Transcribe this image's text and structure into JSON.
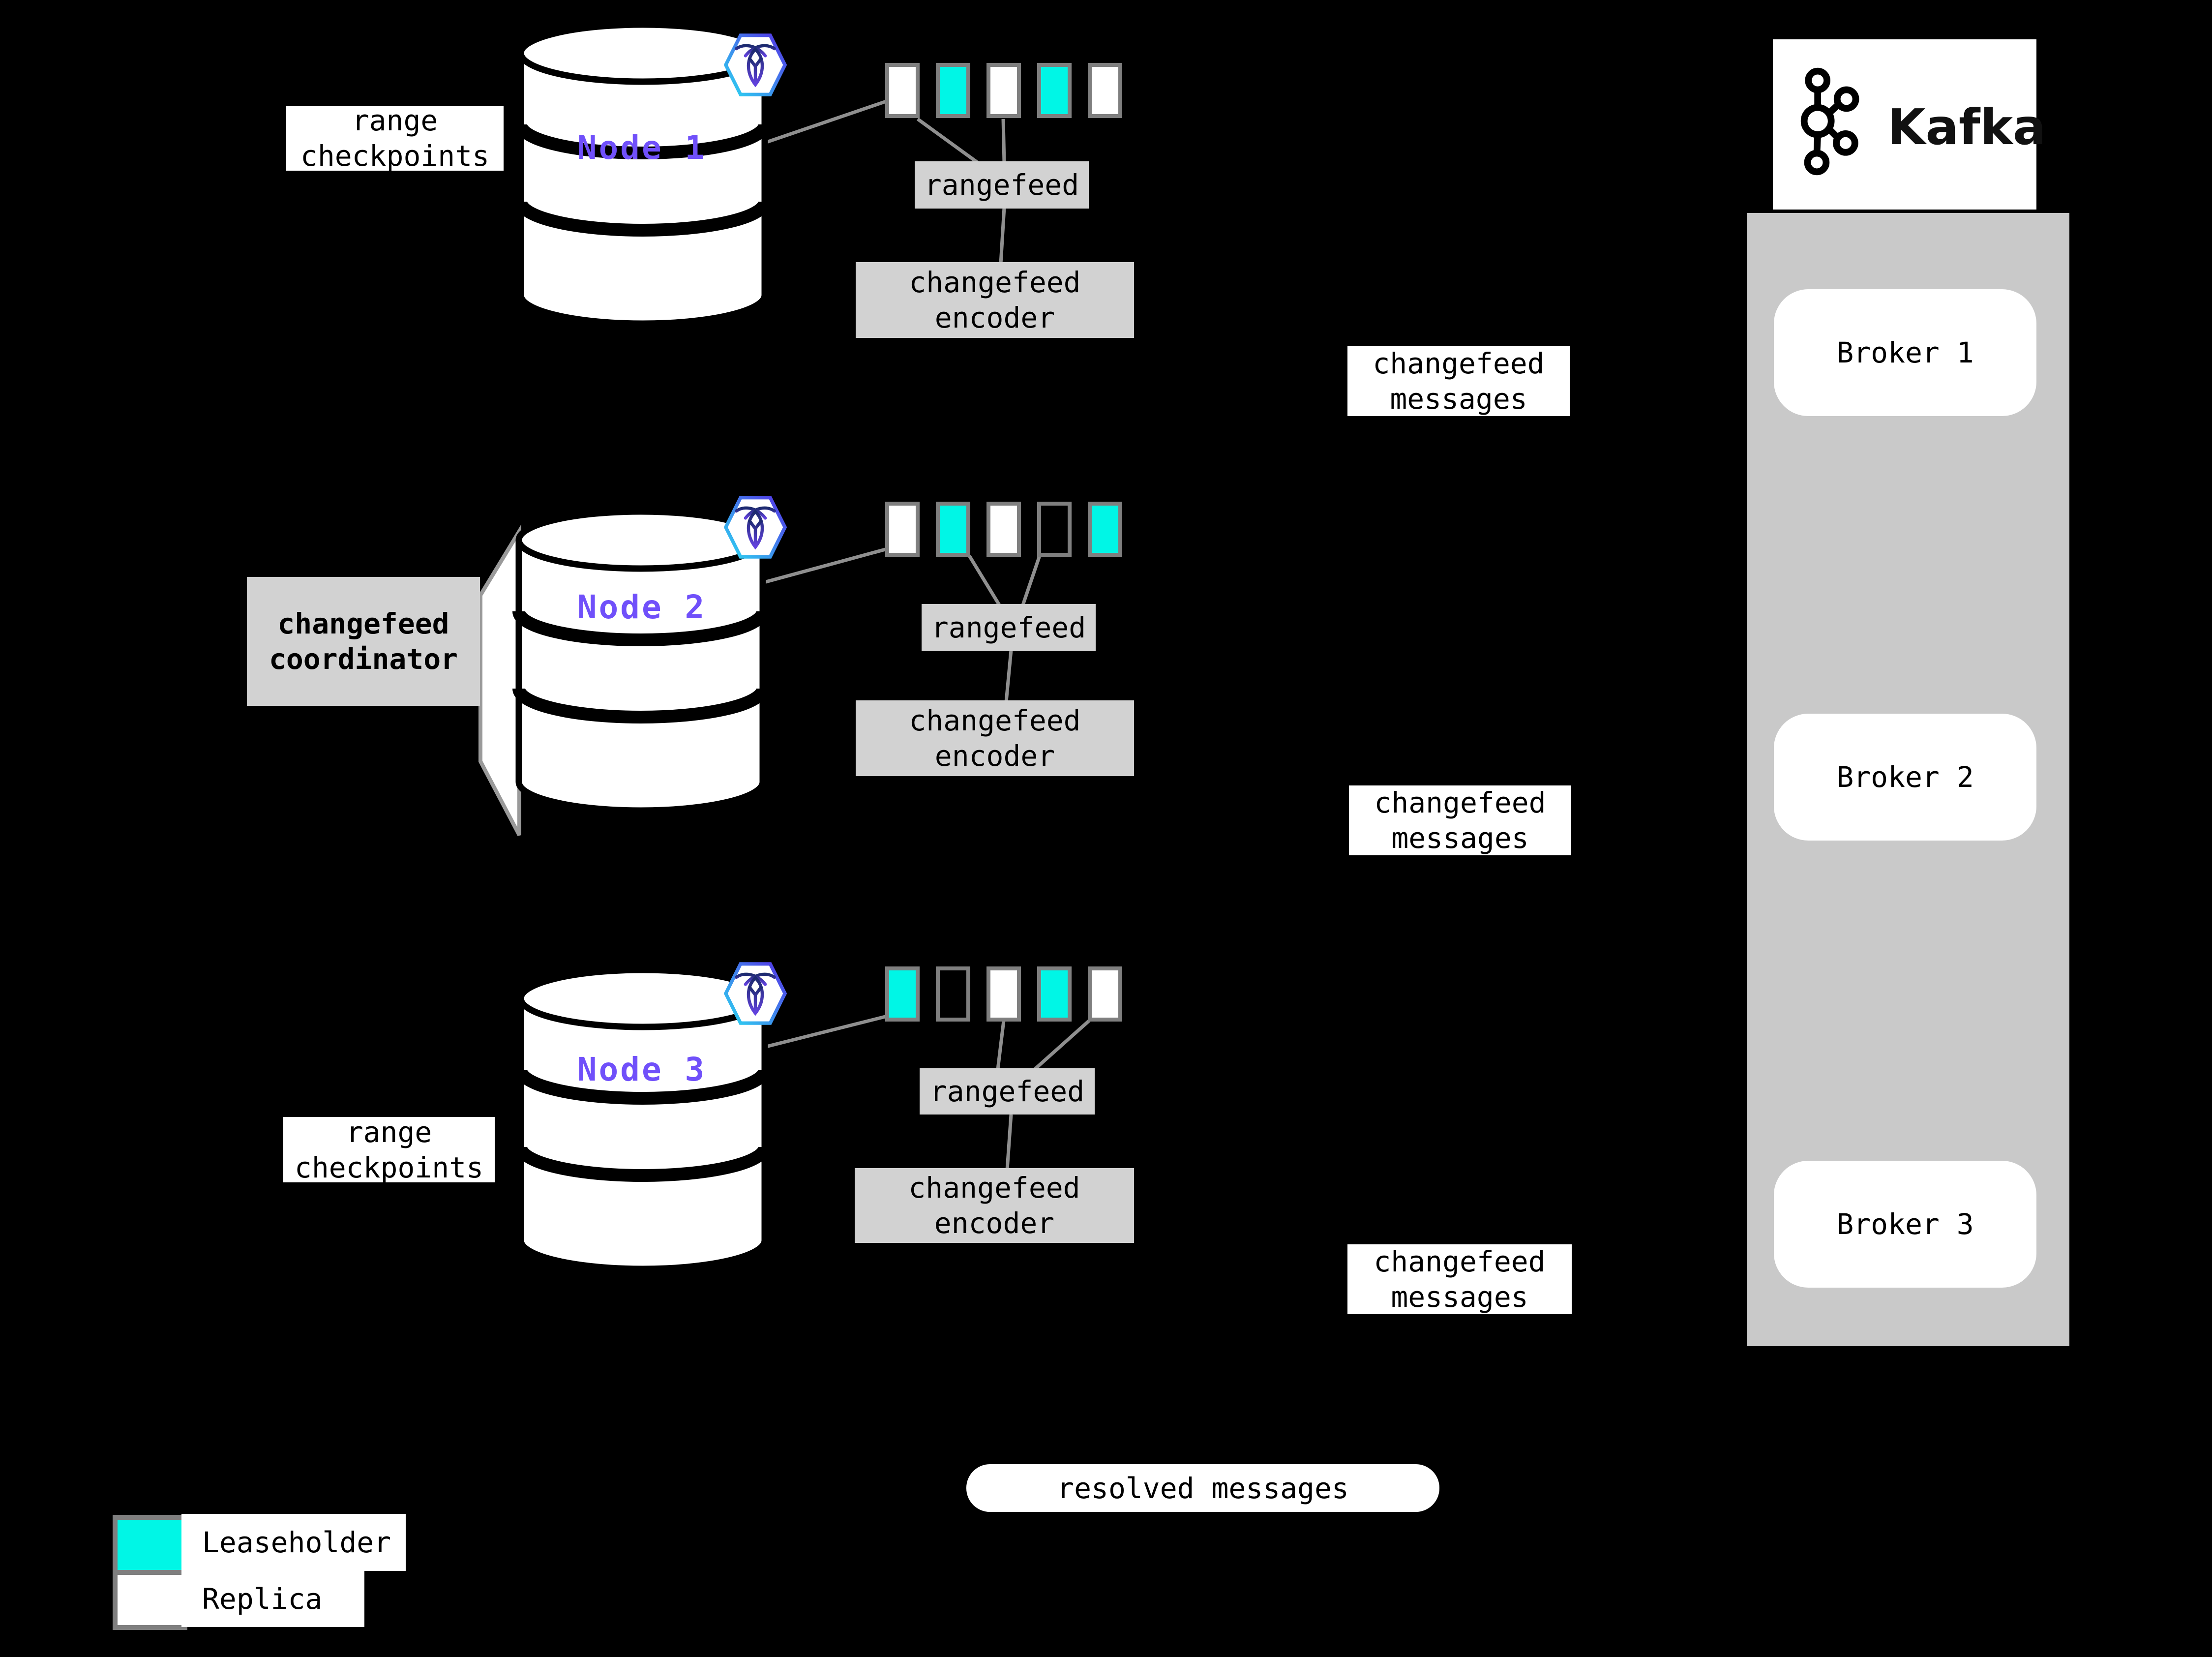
{
  "diagram": {
    "colors": {
      "background": "#000000",
      "leaseholder": "#00F6E6",
      "replica": "#FFFFFF",
      "node_label": "#7050FA",
      "box_gray": "#D2D2D2",
      "panel_gray": "#C9C9C9",
      "border_gray": "#7F7F7F",
      "line_gray": "#8F8F8F"
    },
    "nodes": [
      {
        "label": "Node 1",
        "side_label": "range checkpoints",
        "rangefeed_label": "rangefeed",
        "encoder_label": "changefeed encoder",
        "messages_label": "changefeed messages",
        "ranges": [
          "replica",
          "leaseholder",
          "replica",
          "leaseholder",
          "replica"
        ]
      },
      {
        "label": "Node 2",
        "side_label": "changefeed coordinator",
        "rangefeed_label": "rangefeed",
        "encoder_label": "changefeed encoder",
        "messages_label": "changefeed messages",
        "ranges": [
          "replica",
          "leaseholder",
          "replica",
          "empty",
          "leaseholder"
        ]
      },
      {
        "label": "Node 3",
        "side_label": "range checkpoints",
        "rangefeed_label": "rangefeed",
        "encoder_label": "changefeed encoder",
        "messages_label": "changefeed messages",
        "ranges": [
          "leaseholder",
          "empty",
          "replica",
          "leaseholder",
          "replica"
        ]
      }
    ],
    "kafka": {
      "title": "Kafka",
      "brokers": [
        "Broker 1",
        "Broker 2",
        "Broker 3"
      ]
    },
    "resolved_label": "resolved messages",
    "legend": [
      {
        "kind": "leaseholder",
        "label": "Leaseholder"
      },
      {
        "kind": "replica",
        "label": "Replica"
      }
    ]
  }
}
